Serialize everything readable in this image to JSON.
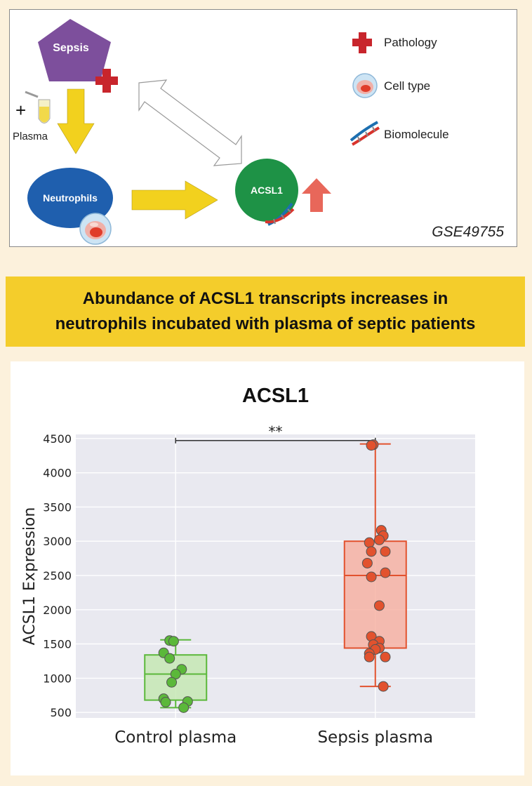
{
  "diagram": {
    "sepsis_label": "Sepsis",
    "plasma_plus": "+",
    "plasma_label": "Plasma",
    "neutrophils_label": "Neutrophils",
    "acsl1_label": "ACSL1",
    "dataset_id": "GSE49755",
    "colors": {
      "sepsis": "#7d4f9c",
      "neutrophils": "#1f5fae",
      "acsl1": "#1e9246",
      "arrow_yellow": "#f2d11e",
      "up_arrow": "#e8675a",
      "cross": "#c8252c"
    },
    "legend": [
      {
        "icon": "cross-icon",
        "label": "Pathology"
      },
      {
        "icon": "cell-icon",
        "label": "Cell type"
      },
      {
        "icon": "dna-icon",
        "label": "Biomolecule"
      }
    ]
  },
  "caption": {
    "line1": "Abundance of ACSL1 transcripts increases in",
    "line2": "neutrophils incubated with plasma of septic patients"
  },
  "chart_data": {
    "type": "box",
    "title": "ACSL1",
    "xlabel": "",
    "ylabel": "ACSL1 Expression",
    "categories": [
      "Control plasma",
      "Sepsis plasma"
    ],
    "yticks": [
      500,
      1000,
      1500,
      2000,
      2500,
      3000,
      3500,
      4000,
      4500
    ],
    "ylim": [
      420,
      4560
    ],
    "grid": true,
    "significance": {
      "label": "**",
      "from": "Control plasma",
      "to": "Sepsis plasma",
      "y": 4470
    },
    "series": [
      {
        "category": "Control plasma",
        "color": "#5bb83a",
        "fill": "#c5e7b4",
        "box": {
          "min": 570,
          "q1": 680,
          "median": 1060,
          "q3": 1340,
          "max": 1560
        },
        "points": [
          [
            -0.03,
            1550
          ],
          [
            -0.01,
            1540
          ],
          [
            -0.06,
            1370
          ],
          [
            -0.03,
            1290
          ],
          [
            0.03,
            1130
          ],
          [
            0.0,
            1060
          ],
          [
            -0.02,
            940
          ],
          [
            -0.06,
            700
          ],
          [
            -0.05,
            650
          ],
          [
            0.06,
            660
          ],
          [
            0.04,
            570
          ]
        ]
      },
      {
        "category": "Sepsis plasma",
        "color": "#e2522e",
        "fill": "#f6b1a3",
        "box": {
          "min": 880,
          "q1": 1440,
          "median": 2500,
          "q3": 3000,
          "max": 4420
        },
        "points": [
          [
            -0.01,
            4410
          ],
          [
            -0.02,
            4400
          ],
          [
            0.03,
            3160
          ],
          [
            0.04,
            3080
          ],
          [
            0.02,
            3020
          ],
          [
            -0.03,
            2980
          ],
          [
            0.05,
            2850
          ],
          [
            -0.02,
            2850
          ],
          [
            -0.04,
            2680
          ],
          [
            -0.02,
            2480
          ],
          [
            0.05,
            2540
          ],
          [
            0.02,
            2060
          ],
          [
            -0.02,
            1610
          ],
          [
            0.02,
            1540
          ],
          [
            -0.01,
            1490
          ],
          [
            0.02,
            1440
          ],
          [
            0.0,
            1420
          ],
          [
            -0.03,
            1360
          ],
          [
            0.05,
            1310
          ],
          [
            -0.03,
            1310
          ],
          [
            0.04,
            880
          ]
        ]
      }
    ]
  }
}
